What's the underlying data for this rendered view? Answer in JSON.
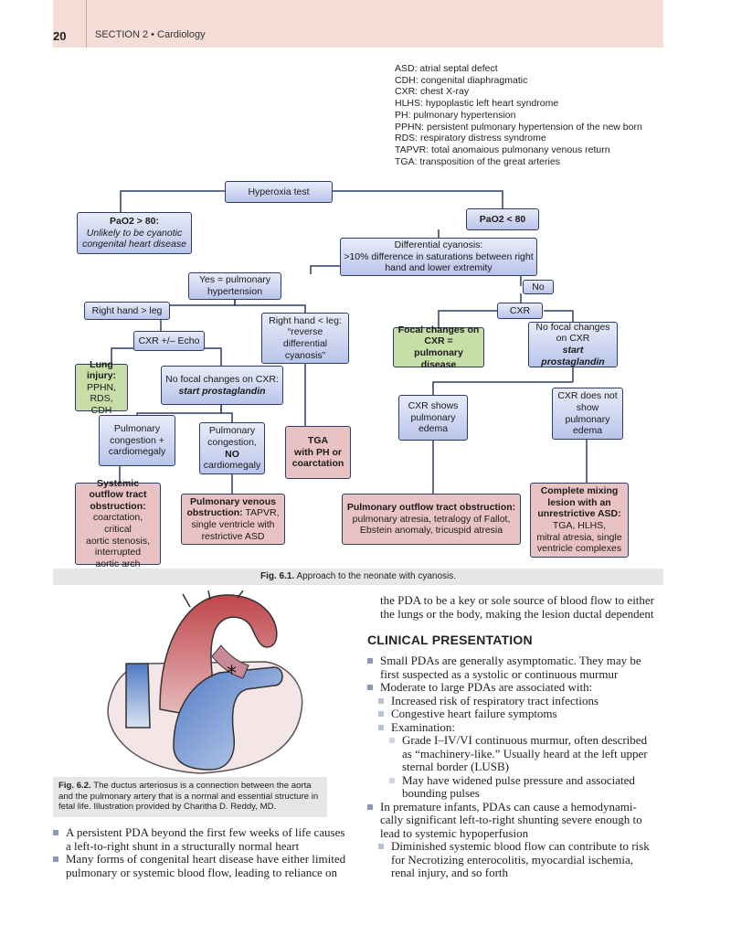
{
  "header": {
    "page_number": "20",
    "section": "SECTION 2  •  Cardiology"
  },
  "abbreviations": [
    "ASD: atrial septal defect",
    "CDH: congenital diaphragmatic",
    "CXR: chest X-ray",
    "HLHS: hypoplastic left heart syndrome",
    "PH: pulmonary hypertension",
    "PPHN: persistent pulmonary hypertension of the new born",
    "RDS: respiratory distress syndrome",
    "TAPVR: total anomaious pulmonany venous return",
    "TGA: transposition of the great arteries"
  ],
  "flow": {
    "hyperoxia": "Hyperoxia test",
    "pao2_gt_title": "PaO2 > 80:",
    "pao2_gt_l1": "Unlikely to be cyanotic",
    "pao2_gt_l2": "congenital heart disease",
    "pao2_lt": "PaO2 < 80",
    "diff_l1": "Differential cyanosis:",
    "diff_l2": ">10% difference in saturations between right",
    "diff_l3": "hand and lower extremity",
    "yes_l1": "Yes = pulmonary",
    "yes_l2": "hypertension",
    "no": "No",
    "right_gt": "Right hand > leg",
    "right_lt_l1": "Right hand < leg:",
    "right_lt_l2": "“reverse differential",
    "right_lt_l3": "cyanosis”",
    "cxr": "CXR",
    "cxr_echo": "CXR +/– Echo",
    "focal_l1": "Focal changes on",
    "focal_l2": "CXR =",
    "focal_l3": "pulmonary disease",
    "nofocal_r_l1": "No focal changes",
    "nofocal_r_l2": "on CXR",
    "nofocal_r_l3": "start prostaglandin",
    "lung_l1": "Lung",
    "lung_l2": "injury:",
    "lung_l3": "PPHN,",
    "lung_l4": "RDS, CDH",
    "nofocal_m_l1": "No focal changes on CXR:",
    "nofocal_m_l2": "start prostaglandin",
    "cxr_edema_l1": "CXR shows",
    "cxr_edema_l2": "pulmonary",
    "cxr_edema_l3": "edema",
    "cxr_noedema_l1": "CXR does not",
    "cxr_noedema_l2": "show",
    "cxr_noedema_l3": "pulmonary",
    "cxr_noedema_l4": "edema",
    "pulm_cong_l1": "Pulmonary",
    "pulm_cong_l2": "congestion +",
    "pulm_cong_l3": "cardiomegaly",
    "pulm_nocard_l1": "Pulmonary",
    "pulm_nocard_l2": "congestion,",
    "pulm_nocard_l3": "NO",
    "pulm_nocard_l4": "cardiomegaly",
    "tga_l1": "TGA",
    "tga_l2": "with PH or",
    "tga_l3": "coarctation",
    "sys_l1": "Systemic",
    "sys_l2": "outflow tract",
    "sys_l3": "obstruction:",
    "sys_l4": "coarctation, critical",
    "sys_l5": "aortic stenosis,",
    "sys_l6": "interrupted",
    "sys_l7": "aortic arch",
    "pv_l1": "Pulmonary venous",
    "pv_l2b": "obstruction:",
    "pv_l2": " TAPVR,",
    "pv_l3": "single ventricle with",
    "pv_l4": "restrictive ASD",
    "po_l1": "Pulmonary outflow tract obstruction:",
    "po_l2": "pulmonary atresia, tetralogy of Fallot,",
    "po_l3": "Ebstein anomaly, tricuspid atresia",
    "cm_l1": "Complete mixing",
    "cm_l2": "lesion with an",
    "cm_l3": "unrestrictive ASD:",
    "cm_l4": "TGA, HLHS,",
    "cm_l5": "mitral atresia, single",
    "cm_l6": "ventricle complexes"
  },
  "figure_6_1_caption_label": "Fig. 6.1.",
  "figure_6_1_caption": "Approach to the neonate with cyanosis.",
  "figure_6_2": {
    "label": "Fig. 6.2.",
    "caption": "The ductus arteriosus is a connection between the aorta and the pulmonary artery that is a normal and essential structure in fetal life. Illustration provided by Charitha D. Reddy, MD.",
    "star": "*"
  },
  "left_bullets": [
    [
      "A persistent PDA beyond the first few weeks of life causes",
      "a left-to-right shunt in a structurally normal heart"
    ],
    [
      "Many forms of congenital heart disease have either limited",
      "pulmonary or systemic blood flow, leading to reliance on"
    ]
  ],
  "right_col": {
    "cont_l1": "the PDA to be a key or sole source of blood flow to either",
    "cont_l2": "the lungs or the body, making the lesion ductal dependent",
    "heading": "CLINICAL PRESENTATION",
    "b1_l1": "Small PDAs are generally asymptomatic. They may be",
    "b1_l2": "first suspected as a systolic or continuous murmur",
    "b2": "Moderate to large PDAs are associated with:",
    "s1": "Increased risk of respiratory tract infections",
    "s2": "Congestive heart failure symptoms",
    "s3": "Examination:",
    "t1_l1": "Grade I–IV/VI continuous murmur, often described",
    "t1_l2": "as “machinery-like.” Usually heard at the left upper",
    "t1_l3": "sternal border (LUSB)",
    "t2_l1": "May have widened pulse pressure and associated",
    "t2_l2": "bounding pulses",
    "b3_l1": "In premature infants, PDAs can cause a hemodynami-",
    "b3_l2": "cally significant left-to-right shunting severe enough to",
    "b3_l3": "lead to systemic hypoperfusion",
    "s4_l1": "Diminished systemic blood flow can contribute to risk",
    "s4_l2": "for Necrotizing enterocolitis, myocardial ischemia,",
    "s4_l3": "renal injury, and so forth"
  },
  "colors": {
    "header_band": "#f4ddd6",
    "box_blue": "#b9c4ea",
    "box_green": "#c7dea8",
    "box_pink": "#e9c3c4",
    "connector": "#2d3d63",
    "aorta": "#c0454a",
    "pulmonary": "#4f79c4"
  }
}
